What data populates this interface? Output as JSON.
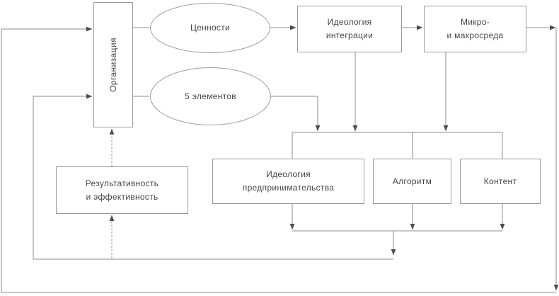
{
  "nodes": {
    "organization": {
      "label": "Организация"
    },
    "values": {
      "label": "Ценности"
    },
    "five_elements": {
      "label": "5 элементов"
    },
    "ideology_integration": {
      "line1": "Идеология",
      "line2": "интеграции"
    },
    "micro_macro": {
      "line1": "Микро-",
      "line2": "и макросреда"
    },
    "ideology_entrepreneurship": {
      "line1": "Идеология",
      "line2": "предпринимательства"
    },
    "algorithm": {
      "label": "Алгоритм"
    },
    "content": {
      "label": "Контент"
    },
    "effectiveness": {
      "line1": "Результативность",
      "line2": "и эффективность"
    }
  },
  "edges": [
    {
      "from": "organization",
      "to": "values",
      "style": "solid",
      "arrow": false
    },
    {
      "from": "organization",
      "to": "five_elements",
      "style": "solid",
      "arrow": false
    },
    {
      "from": "values",
      "to": "ideology_integration",
      "style": "solid",
      "arrow": true
    },
    {
      "from": "ideology_integration",
      "to": "micro_macro",
      "style": "solid",
      "arrow": true
    },
    {
      "from": "micro_macro",
      "to": "outer_right_edge",
      "style": "solid",
      "arrow": true
    },
    {
      "from": "outer_right_edge",
      "to": "outer_bottom_edge",
      "style": "solid",
      "arrow": true
    },
    {
      "from": "outer_bottom_edge",
      "to": "organization",
      "style": "solid",
      "arrow": true
    },
    {
      "from": "five_elements",
      "to": "collector_rail",
      "style": "solid",
      "arrow": true
    },
    {
      "from": "ideology_integration",
      "to": "collector_rail",
      "style": "solid",
      "arrow": true
    },
    {
      "from": "micro_macro",
      "to": "collector_rail",
      "style": "solid",
      "arrow": true
    },
    {
      "from": "collector_rail",
      "to": "ideology_entrepreneurship",
      "style": "solid",
      "arrow": false
    },
    {
      "from": "collector_rail",
      "to": "algorithm",
      "style": "solid",
      "arrow": false
    },
    {
      "from": "collector_rail",
      "to": "content",
      "style": "solid",
      "arrow": false
    },
    {
      "from": "ideology_entrepreneurship",
      "to": "bottom_rail",
      "style": "solid",
      "arrow": true
    },
    {
      "from": "algorithm",
      "to": "bottom_rail",
      "style": "solid",
      "arrow": true
    },
    {
      "from": "content",
      "to": "bottom_rail",
      "style": "solid",
      "arrow": true
    },
    {
      "from": "bottom_rail",
      "to": "feedback_line",
      "style": "solid",
      "arrow": true
    },
    {
      "from": "feedback_line",
      "to": "organization",
      "style": "solid",
      "arrow": true
    },
    {
      "from": "feedback_line",
      "to": "effectiveness",
      "style": "dashed",
      "arrow": true
    },
    {
      "from": "effectiveness",
      "to": "organization",
      "style": "dashed",
      "arrow": true
    }
  ],
  "colors": {
    "background": "#ffffff",
    "connector": "#8b8b8b",
    "shape_border": "#9b9b9b",
    "arrowhead": "#4e4e4e",
    "text": "#454545"
  }
}
